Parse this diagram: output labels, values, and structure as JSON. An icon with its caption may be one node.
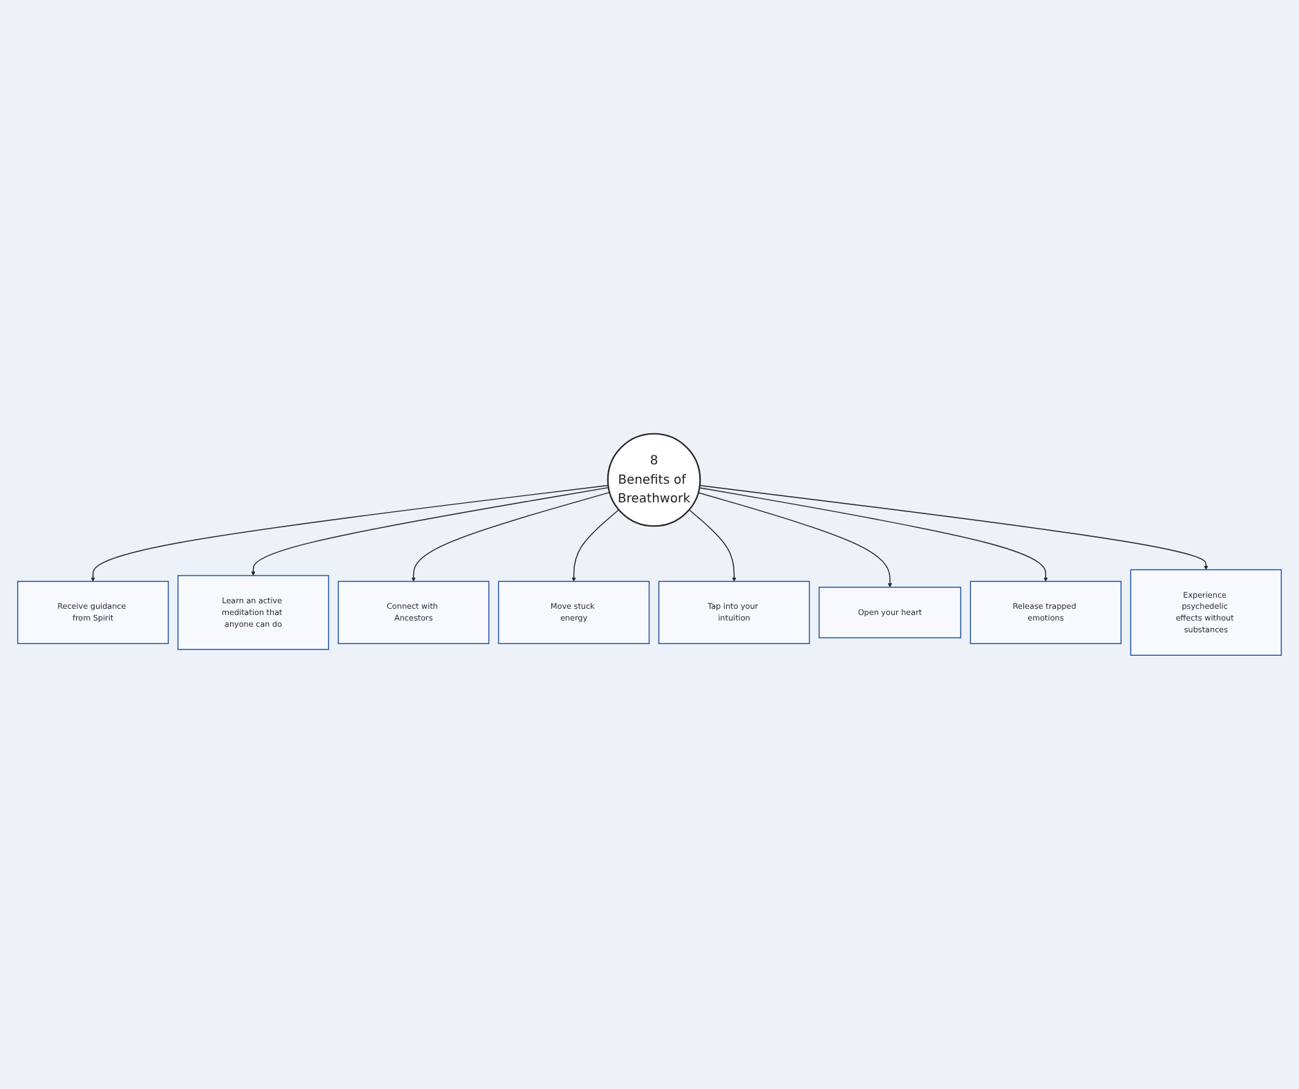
{
  "diagram": {
    "nodes": [
      {
        "text": [
          "8",
          "Benefits of Breathwork"
        ]
      },
      {
        "text": [
          "Receive guidance from Spirit"
        ]
      },
      {
        "text": [
          "Learn an active meditation that anyone can do"
        ]
      },
      {
        "text": [
          "Connect with Ancestors"
        ]
      },
      {
        "text": [
          "Move stuck energy"
        ]
      },
      {
        "text": [
          "Tap into your intuition"
        ]
      },
      {
        "text": [
          "Open your heart"
        ]
      },
      {
        "text": [
          "Release trapped emotions"
        ]
      },
      {
        "text": [
          "Experience psychedelic effects without substances"
        ]
      }
    ],
    "edges": [
      {
        "from": 0,
        "to": 1,
        "arrow": "to"
      },
      {
        "from": 0,
        "to": 2,
        "arrow": "to"
      },
      {
        "from": 0,
        "to": 3,
        "arrow": "to"
      },
      {
        "from": 0,
        "to": 4,
        "arrow": "to"
      },
      {
        "from": 0,
        "to": 5,
        "arrow": "to"
      },
      {
        "from": 0,
        "to": 6,
        "arrow": "to"
      },
      {
        "from": 0,
        "to": 7,
        "arrow": "to"
      },
      {
        "from": 0,
        "to": 8,
        "arrow": "to"
      }
    ]
  }
}
